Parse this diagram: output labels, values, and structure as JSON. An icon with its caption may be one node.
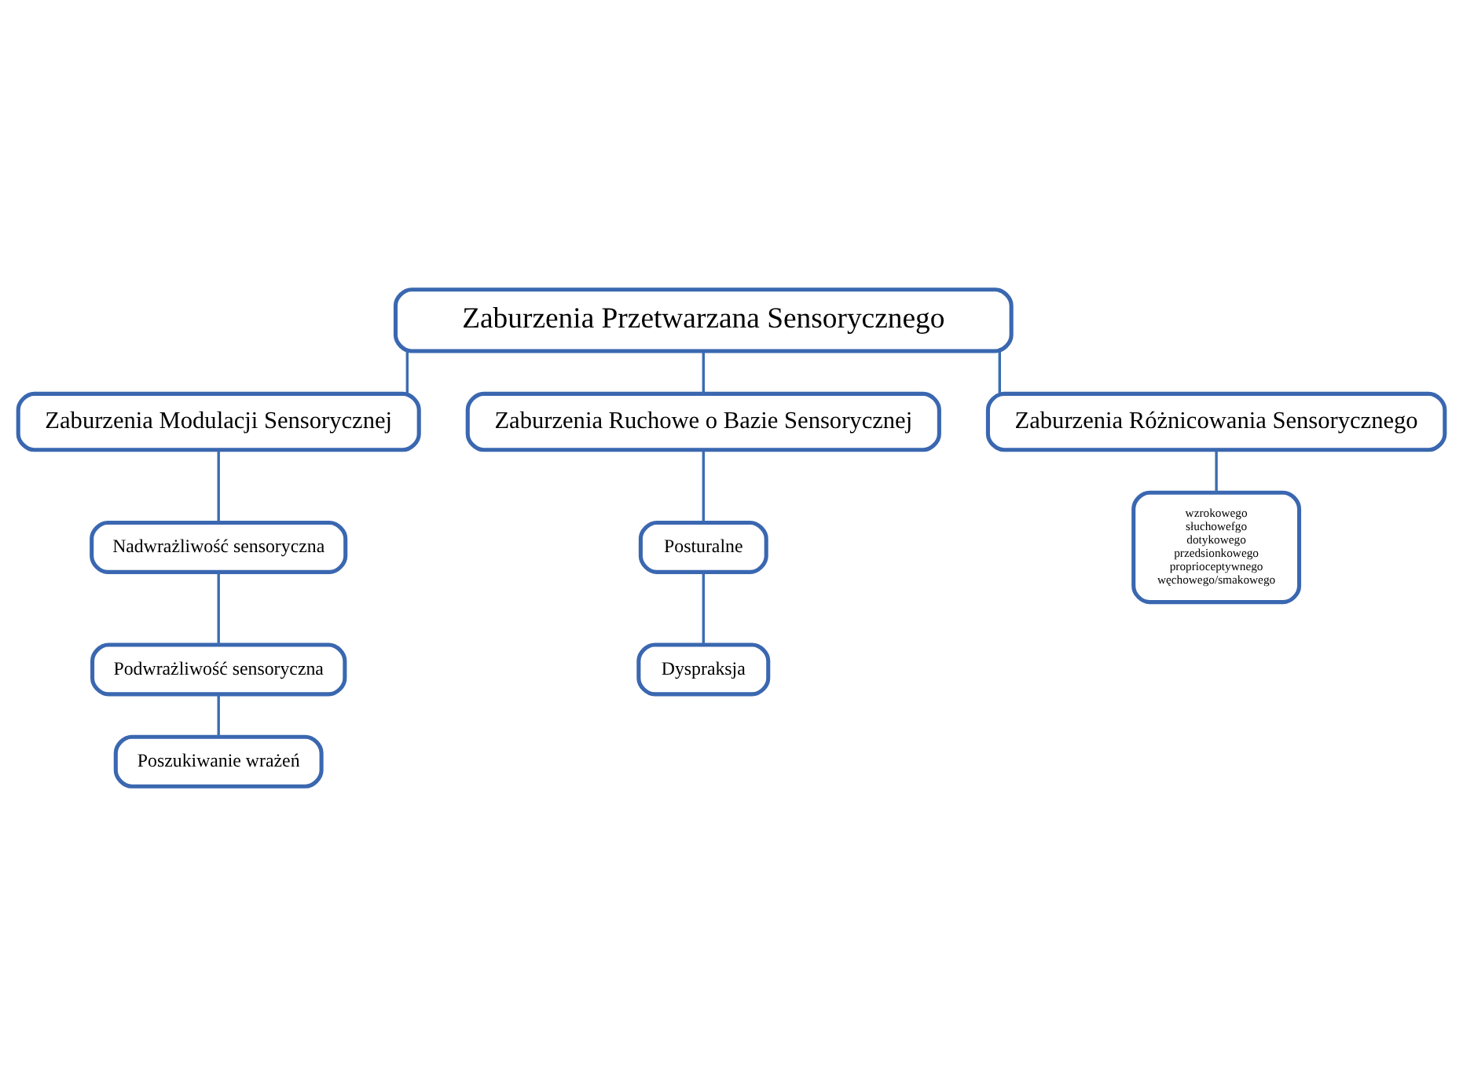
{
  "diagram": {
    "nodes": [
      {
        "text": [
          "Zaburzenia Przetwarzana Sensorycznego"
        ]
      },
      {
        "text": [
          "Zaburzenia Modulacji Sensorycznej"
        ]
      },
      {
        "text": [
          "Zaburzenia Ruchowe o Bazie Sensorycznej"
        ]
      },
      {
        "text": [
          "Zaburzenia Różnicowania Sensorycznego"
        ]
      },
      {
        "text": [
          "Nadwrażliwość sensoryczna"
        ]
      },
      {
        "text": [
          "Podwrażliwość sensoryczna"
        ]
      },
      {
        "text": [
          "Poszukiwanie wrażeń"
        ]
      },
      {
        "text": [
          "Posturalne"
        ]
      },
      {
        "text": [
          "Dyspraksja"
        ]
      },
      {
        "text": [
          "wzrokowego",
          "słuchowefgo",
          "dotykowego",
          "przedsionkowego",
          "proprioceptywnego",
          "węchowego/smakowego"
        ]
      }
    ],
    "edges": [
      {
        "from": 0,
        "to": 1,
        "arrow": "none"
      },
      {
        "from": 0,
        "to": 2,
        "arrow": "none"
      },
      {
        "from": 0,
        "to": 3,
        "arrow": "none"
      },
      {
        "from": 1,
        "to": 4,
        "arrow": "none"
      },
      {
        "from": 4,
        "to": 5,
        "arrow": "none"
      },
      {
        "from": 5,
        "to": 6,
        "arrow": "none"
      },
      {
        "from": 2,
        "to": 7,
        "arrow": "none"
      },
      {
        "from": 7,
        "to": 8,
        "arrow": "none"
      },
      {
        "from": 3,
        "to": 9,
        "arrow": "none"
      }
    ]
  }
}
